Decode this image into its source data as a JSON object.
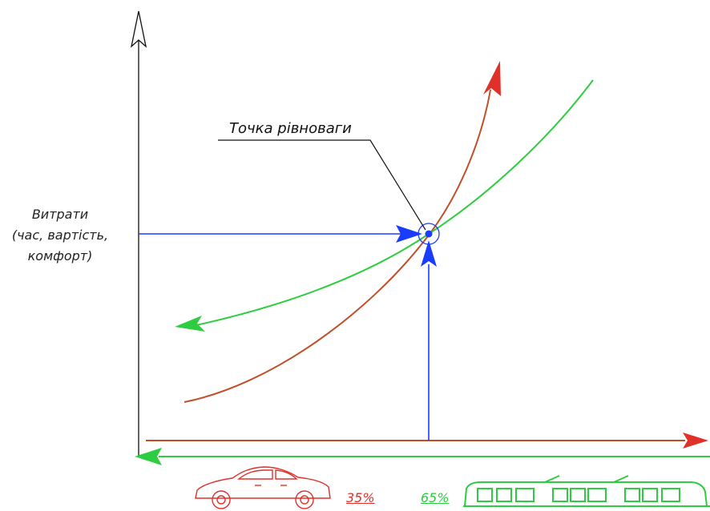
{
  "labels": {
    "equilibrium": "Точка рівноваги",
    "y_axis_line1": "Витрати",
    "y_axis_line2": "(час, вартість,",
    "y_axis_line3": "комфорт)",
    "car_share": "35%",
    "tram_share": "65%"
  },
  "colors": {
    "car": "#e0302a",
    "car_curve": "#c0502a",
    "tram": "#2ecc40",
    "pointer": "#1a3cff",
    "axis": "#111111"
  },
  "icons": {
    "car": "car-icon",
    "tram": "tram-icon"
  }
}
